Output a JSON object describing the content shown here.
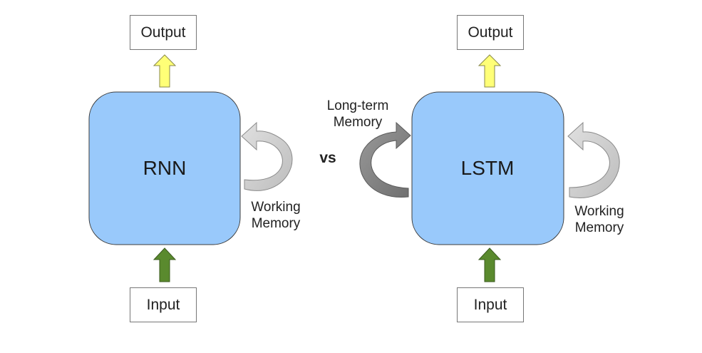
{
  "rnn": {
    "output_label": "Output",
    "core_label": "RNN",
    "input_label": "Input",
    "working_memory": {
      "line1": "Working",
      "line2": "Memory"
    }
  },
  "separator": "vs",
  "lstm": {
    "output_label": "Output",
    "core_label": "LSTM",
    "input_label": "Input",
    "long_term_memory": {
      "line1": "Long-term",
      "line2": "Memory"
    },
    "working_memory": {
      "line1": "Working",
      "line2": "Memory"
    }
  },
  "colors": {
    "core_fill": "#99c9fb",
    "output_arrow": "#ffff77",
    "input_arrow": "#5a8a2e",
    "working_memory_arrow": "#cfcfcf",
    "long_term_memory_arrow": "#8c8c8c"
  }
}
